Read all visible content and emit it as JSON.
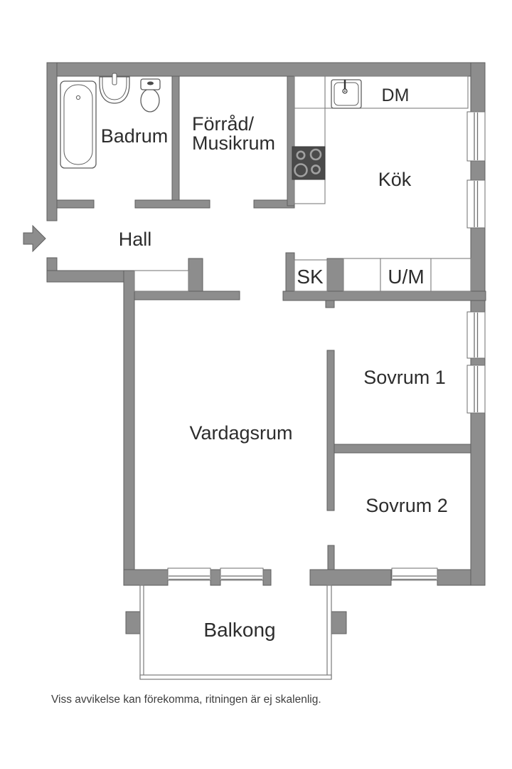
{
  "rooms": {
    "badrum": "Badrum",
    "forrad_line1": "Förråd/",
    "forrad_line2": "Musikrum",
    "kok": "Kök",
    "hall": "Hall",
    "sovrum1": "Sovrum 1",
    "vardagsrum": "Vardagsrum",
    "sovrum2": "Sovrum 2",
    "balkong": "Balkong"
  },
  "fixtures": {
    "dm": "DM",
    "sk": "SK",
    "um": "U/M"
  },
  "footer": {
    "disclaimer": "Viss avvikelse kan förekomma, ritningen är ej skalenlig."
  },
  "icons": {
    "entrance_arrow": "right-arrow",
    "bathtub": "bathtub",
    "washbasin": "washbasin",
    "toilet": "toilet",
    "kitchen_sink": "kitchen-sink",
    "stove": "four-burner-stove",
    "window": "double-line-window"
  },
  "colors": {
    "wall": "#8d8d8d",
    "wall_outline": "#5f5f5f",
    "stove": "#4a4a4a",
    "burner_ring": "#a0a0a0",
    "text": "#2d2d2d",
    "background": "#ffffff"
  }
}
